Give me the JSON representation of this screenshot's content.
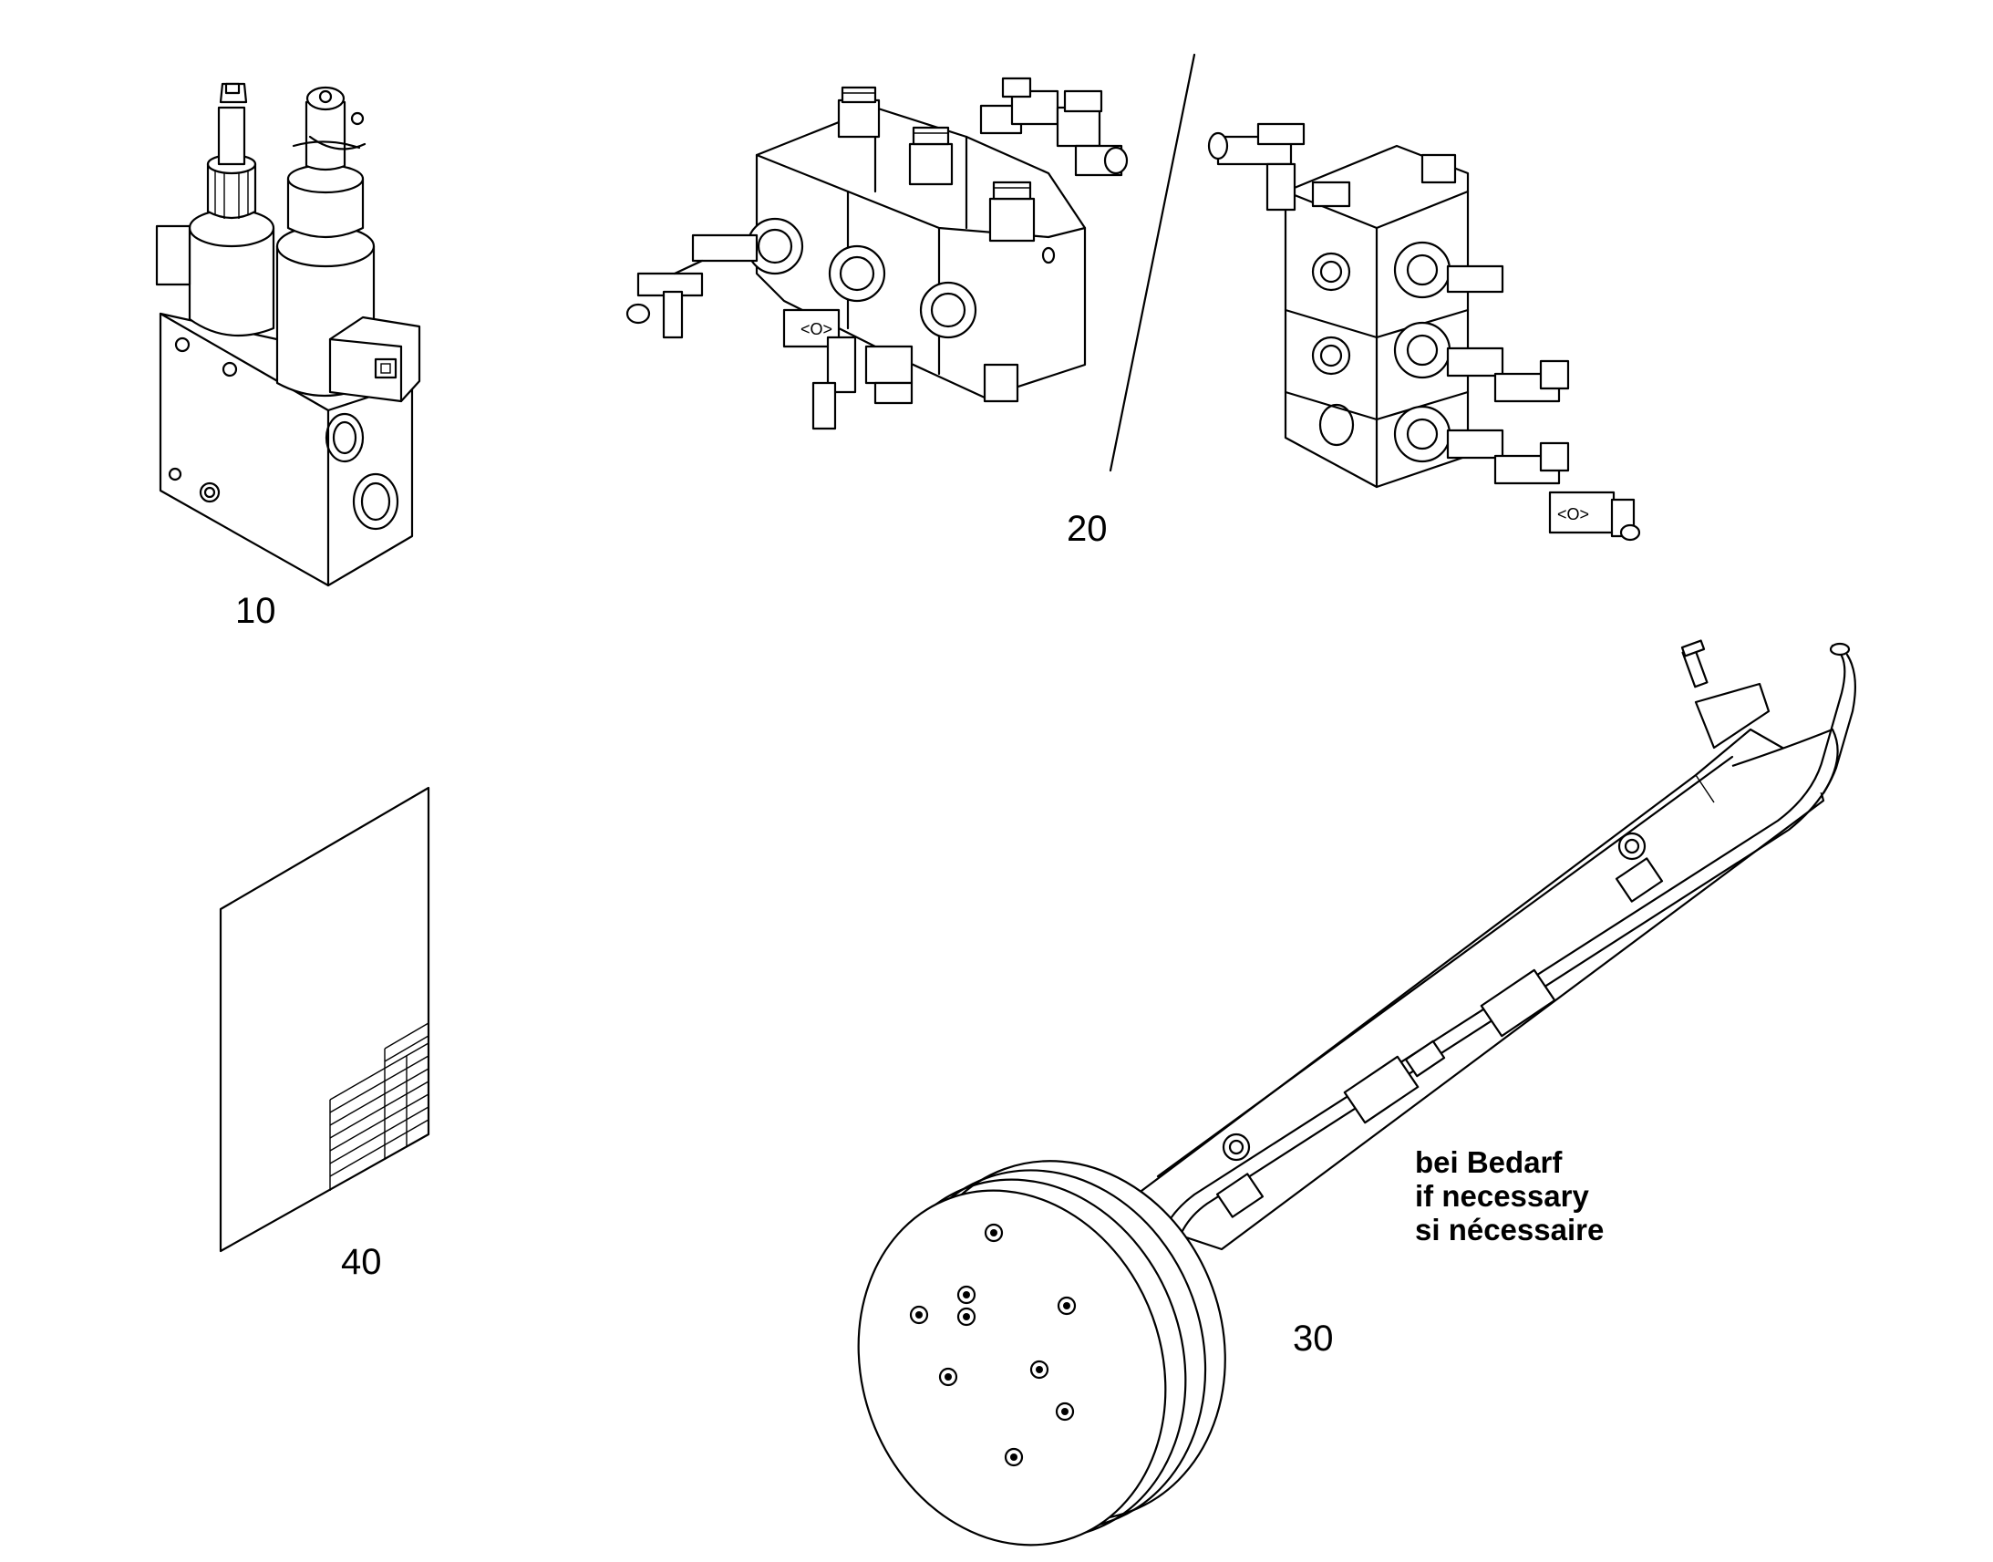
{
  "labels": {
    "part_10": "10",
    "part_20": "20",
    "part_30": "30",
    "part_40": "40"
  },
  "note": {
    "line_de": "bei Bedarf",
    "line_en": "if necessary",
    "line_fr": "si nécessaire"
  },
  "colors": {
    "line": "#000000",
    "background": "#ffffff"
  }
}
